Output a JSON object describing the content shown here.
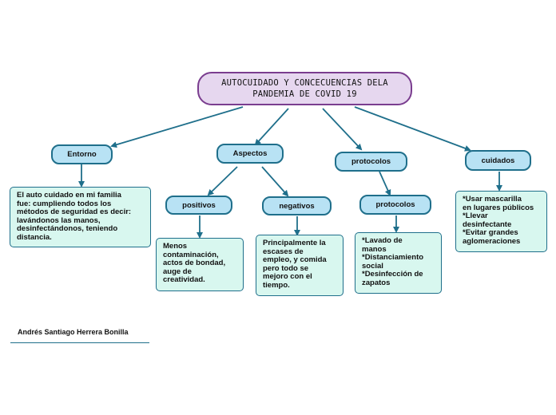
{
  "root": {
    "line1": "AUTOCUIDADO Y CONCECUENCIAS DELA",
    "line2": "PANDEMIA DE COVID 19"
  },
  "branches": {
    "entorno": {
      "label": "Entorno",
      "text": "El auto cuidado en mi familia\nfue: cumpliendo todos los\nmétodos de seguridad es decir:\nlavándonos las manos,\ndesinfectándonos, teniendo\ndistancia."
    },
    "aspectos": {
      "label": "Aspectos",
      "positivos": {
        "label": "positivos",
        "text": "Menos\ncontaminación,\nactos de bondad,\nauge de\ncreatividad."
      },
      "negativos": {
        "label": "negativos",
        "text": "Principalmente la\nescases de\nempleo, y comida\npero todo se\nmejoro con el\ntiempo."
      }
    },
    "protocolos": {
      "label": "protocolos",
      "sub_label": "protocolos",
      "text": "*Lavado de\nmanos\n*Distanciamiento\nsocial\n*Desinfección de\nzapatos"
    },
    "cuidados": {
      "label": "cuidados",
      "text": "*Usar mascarilla\nen lugares públicos\n*Llevar\ndesinfectante\n*Evitar grandes\naglomeraciones"
    }
  },
  "author": "Andrés Santiago Herrera Bonilla",
  "colors": {
    "connector": "#1f6f8b",
    "pill_fill": "#b8e2f4",
    "box_fill": "#d8f7ef",
    "root_fill": "#e6d7ef",
    "root_border": "#7a3d8f"
  }
}
